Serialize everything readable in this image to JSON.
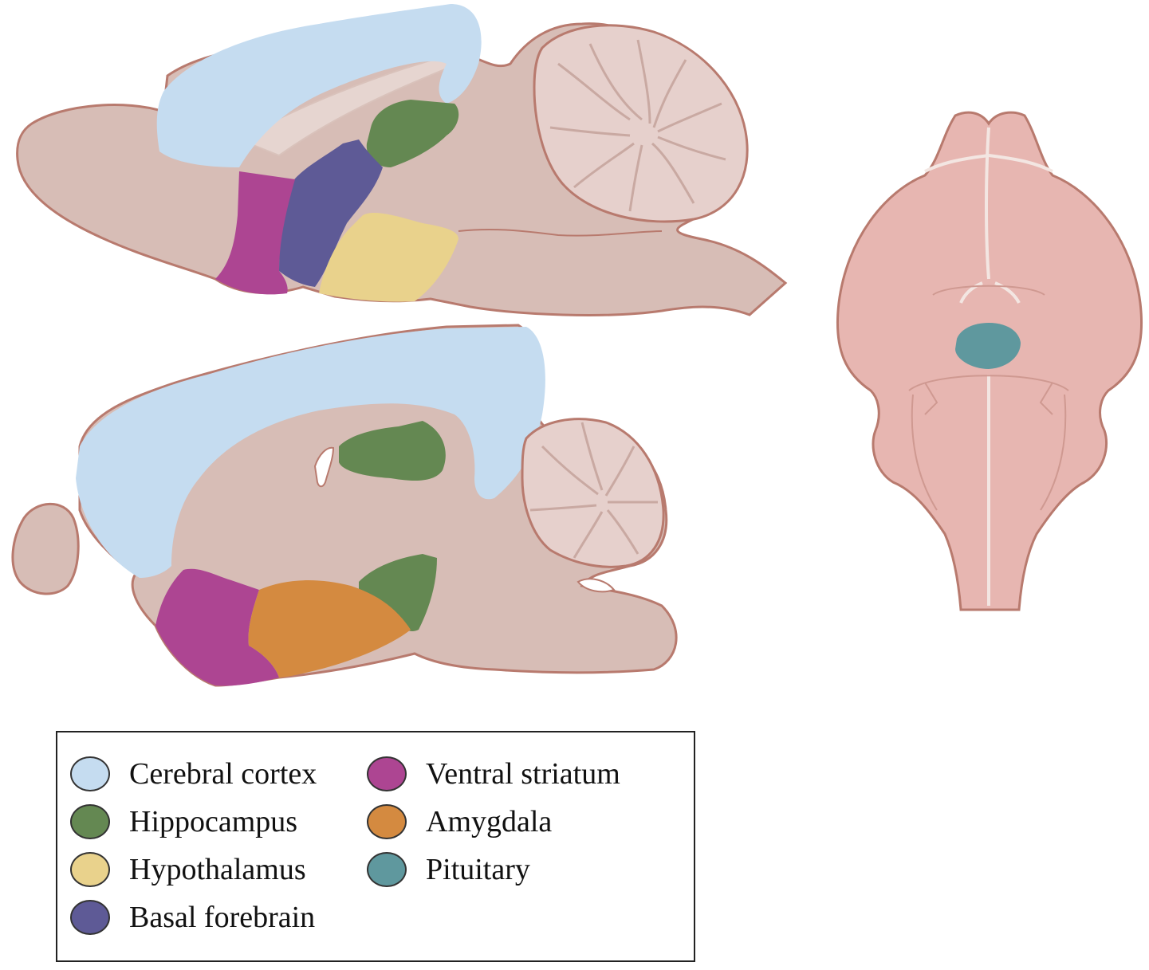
{
  "colors": {
    "tissue": "#d7bdb6",
    "tissue_stroke": "#b87a6e",
    "cerebellum": "#e6d0cc",
    "ventral_brain": "#e7b6b1",
    "cerebral_cortex": "#c5dcf0",
    "hippocampus": "#648852",
    "hypothalamus": "#e9d28c",
    "basal_forebrain": "#5e5a96",
    "ventral_striatum": "#ad4592",
    "amygdala": "#d48a40",
    "pituitary": "#5f989e"
  },
  "legend": {
    "items": [
      {
        "label": "Cerebral cortex",
        "color": "#c5dcf0",
        "icon": "circle-swatch-icon"
      },
      {
        "label": "Hippocampus",
        "color": "#648852",
        "icon": "circle-swatch-icon"
      },
      {
        "label": "Hypothalamus",
        "color": "#e9d28c",
        "icon": "circle-swatch-icon"
      },
      {
        "label": "Basal forebrain",
        "color": "#5e5a96",
        "icon": "circle-swatch-icon"
      },
      {
        "label": "Ventral striatum",
        "color": "#ad4592",
        "icon": "circle-swatch-icon"
      },
      {
        "label": "Amygdala",
        "color": "#d48a40",
        "icon": "circle-swatch-icon"
      },
      {
        "label": "Pituitary",
        "color": "#5f989e",
        "icon": "circle-swatch-icon"
      }
    ]
  }
}
